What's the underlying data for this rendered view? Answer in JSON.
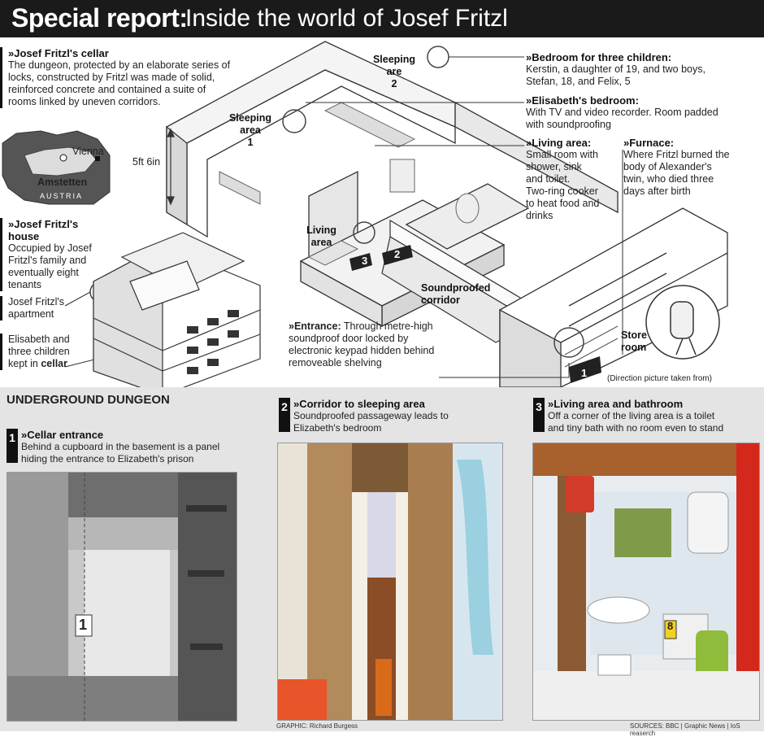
{
  "title": {
    "bold": "Special report:",
    "rest": "Inside the world of Josef Fritzl"
  },
  "cellar": {
    "heading": "»Josef Fritzl's cellar",
    "lines": [
      "The dungeon, protected by an elaborate series of",
      "locks, constructed by Fritzl was made of solid,",
      "reinforced concrete and contained a suite of",
      "rooms linked by uneven corridors."
    ]
  },
  "map": {
    "vienna": "Vienna",
    "amstetten": "Amstetten",
    "austria": "AUSTRIA"
  },
  "height_label": "5ft 6in",
  "house": {
    "heading": "»Josef Fritzl's house",
    "lines": [
      "Occupied by Josef",
      "Fritzl's family and",
      "eventually eight",
      "tenants"
    ],
    "apartment": [
      "Josef Fritzl's",
      "apartment"
    ],
    "kept": [
      "Elisabeth and",
      "three children"
    ],
    "kept_last_plain": "kept in ",
    "kept_last_bold": "cellar"
  },
  "rooms": {
    "sleeping1": [
      "Sleeping",
      "area",
      "1"
    ],
    "sleeping2": [
      "Sleeping",
      "are",
      "2"
    ],
    "living": [
      "Living",
      "area"
    ],
    "corridor": [
      "Soundproofed",
      "corridor"
    ],
    "store": [
      "Store",
      "room"
    ]
  },
  "bedroom_children": {
    "heading": "»Bedroom for three children:",
    "lines": [
      "Kerstin, a daughter of 19, and two boys,",
      "Stefan, 18, and Felix, 5"
    ]
  },
  "elisabeth_bedroom": {
    "heading": "»Elisabeth's bedroom:",
    "lines": [
      "With TV and video recorder. Room padded",
      "with soundproofing"
    ]
  },
  "living_area": {
    "heading": "»Living area:",
    "lines": [
      "Small room with",
      "shower, sink",
      "and toilet.",
      "Two-ring cooker",
      "to heat food and",
      "drinks"
    ]
  },
  "furnace": {
    "heading": "»Furnace:",
    "lines": [
      "Where Fritzl burned the",
      "body of Alexander's",
      "twin, who died three",
      "days after birth"
    ]
  },
  "entrance": {
    "heading": "»Entrance:",
    "first": " Through metre-high",
    "lines": [
      "soundproof door locked by",
      "electronic keypad hidden behind",
      "removeable shelving"
    ]
  },
  "direction": "(Direction picture taken from)",
  "markers": [
    "1",
    "2",
    "3"
  ],
  "underground": "UNDERGROUND DUNGEON",
  "photos": [
    {
      "num": "1",
      "heading": "»Cellar entrance",
      "lines": [
        "Behind a cupboard in the basement is a panel",
        "hiding the entrance to Elizabeth's prison"
      ]
    },
    {
      "num": "2",
      "heading": "»Corridor to sleeping area",
      "lines": [
        "Soundproofed passageway leads to",
        "Elizabeth's bedroom"
      ]
    },
    {
      "num": "3",
      "heading": "»Living area and bathroom",
      "lines": [
        "Off a corner of the living area is a toilet",
        "and tiny bath with no room even to stand"
      ]
    }
  ],
  "evidence_tags": [
    "1",
    "8"
  ],
  "credit_left": "GRAPHIC: Richard Burgess",
  "credit_right": "SOURCES: BBC | Graphic News | IoS reaserch"
}
